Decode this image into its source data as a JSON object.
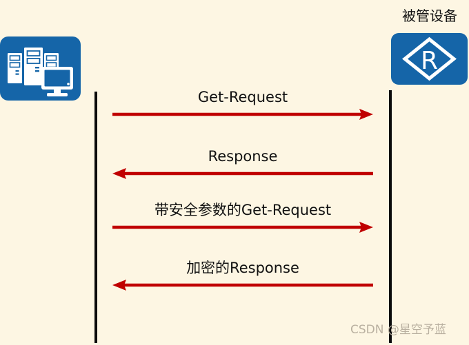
{
  "diagram": {
    "title": "SNMP Get-Request / Response sequence",
    "background_color": "#fdf6e3",
    "accent_color": "#1565a8",
    "arrow_color": "#c00000",
    "lifeline_color": "#0b0b0b"
  },
  "actors": [
    {
      "id": "manager",
      "label": "",
      "icon": "servers-and-monitor-icon",
      "color": "#1565a8"
    },
    {
      "id": "managed-device",
      "label": "被管设备",
      "icon": "router-diamond-r-icon",
      "color": "#1565a8"
    }
  ],
  "messages": [
    {
      "label": "Get-Request",
      "direction": "right"
    },
    {
      "label": "Response",
      "direction": "left"
    },
    {
      "label": "带安全参数的Get-Request",
      "direction": "right"
    },
    {
      "label": "加密的Response",
      "direction": "left"
    }
  ],
  "watermark": {
    "text": "CSDN @星空予蓝"
  }
}
